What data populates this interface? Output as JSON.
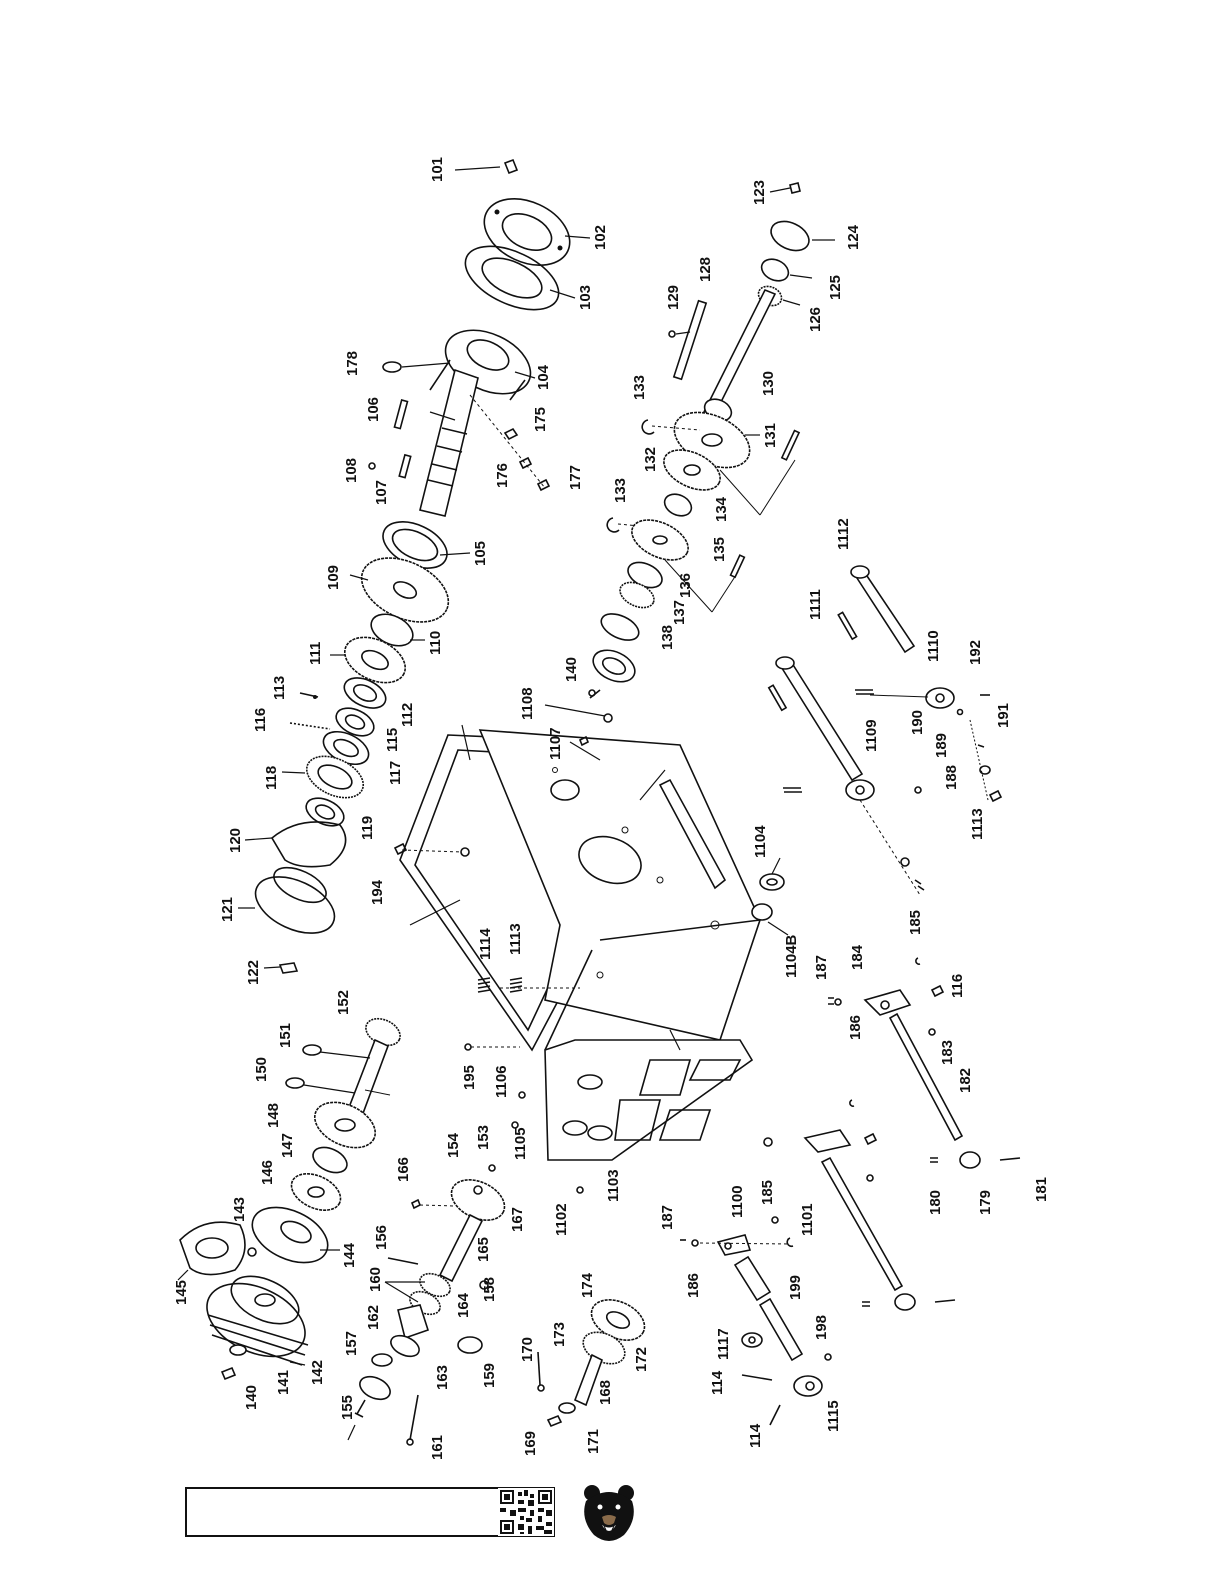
{
  "diagram": {
    "part_labels": [
      "101",
      "102",
      "103",
      "104",
      "105",
      "106",
      "107",
      "108",
      "109",
      "110",
      "111",
      "112",
      "113",
      "115",
      "116",
      "117",
      "118",
      "119",
      "120",
      "121",
      "122",
      "123",
      "124",
      "125",
      "126",
      "128",
      "129",
      "130",
      "131",
      "132",
      "133",
      "133",
      "134",
      "135",
      "136",
      "137",
      "138",
      "140",
      "140",
      "141",
      "142",
      "143",
      "144",
      "145",
      "146",
      "147",
      "148",
      "150",
      "151",
      "152",
      "153",
      "154",
      "155",
      "156",
      "157",
      "158",
      "159",
      "160",
      "161",
      "162",
      "163",
      "164",
      "165",
      "166",
      "167",
      "168",
      "169",
      "170",
      "171",
      "172",
      "173",
      "174",
      "175",
      "176",
      "177",
      "178",
      "179",
      "180",
      "181",
      "182",
      "183",
      "184",
      "185",
      "185",
      "186",
      "186",
      "187",
      "187",
      "188",
      "189",
      "190",
      "191",
      "192",
      "194",
      "195",
      "198",
      "199",
      "1100",
      "1101",
      "1102",
      "1103",
      "1104",
      "1104B",
      "1105",
      "1106",
      "1107",
      "1108",
      "1109",
      "1110",
      "1111",
      "1112",
      "1113",
      "1113",
      "1114",
      "114",
      "114",
      "1115",
      "116",
      "1117"
    ]
  },
  "footer": {
    "logo_icon": "bear-head-logo-icon",
    "qr_icon": "qr-code-icon"
  },
  "colors": {
    "ink": "#111111",
    "paper": "#ffffff"
  }
}
